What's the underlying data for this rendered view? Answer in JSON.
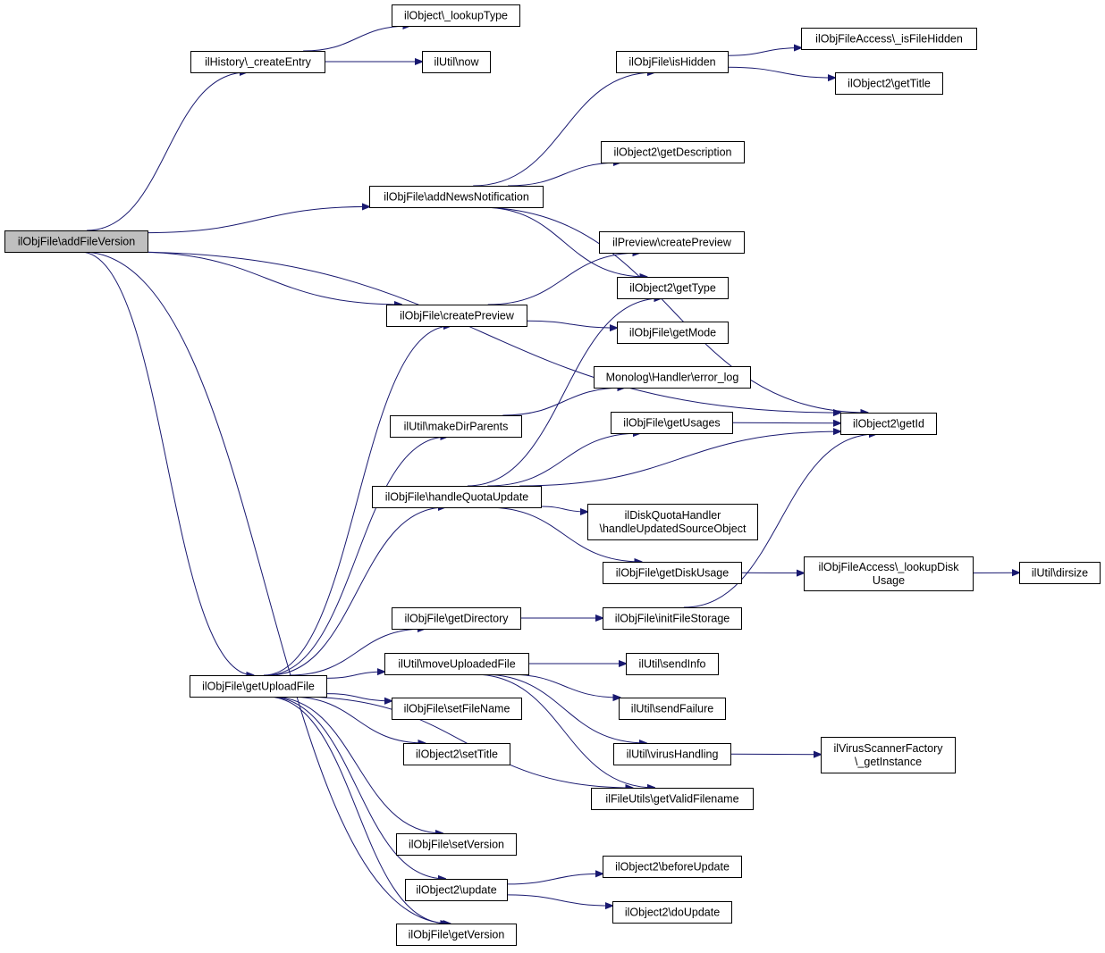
{
  "graph": {
    "edge_color": "#191970",
    "root_fill": "#bfbfbf",
    "nodes": [
      {
        "id": "addFileVersion",
        "lines": [
          "ilObjFile\\addFileVersion"
        ],
        "root": true
      },
      {
        "id": "lookupType",
        "lines": [
          "ilObject\\_lookupType"
        ]
      },
      {
        "id": "createEntry",
        "lines": [
          "ilHistory\\_createEntry"
        ]
      },
      {
        "id": "now",
        "lines": [
          "ilUtil\\now"
        ]
      },
      {
        "id": "isHidden",
        "lines": [
          "ilObjFile\\isHidden"
        ]
      },
      {
        "id": "isFileHidden",
        "lines": [
          "ilObjFileAccess\\_isFileHidden"
        ]
      },
      {
        "id": "getTitle",
        "lines": [
          "ilObject2\\getTitle"
        ]
      },
      {
        "id": "getDescription",
        "lines": [
          "ilObject2\\getDescription"
        ]
      },
      {
        "id": "addNewsNotification",
        "lines": [
          "ilObjFile\\addNewsNotification"
        ]
      },
      {
        "id": "previewCreatePreview",
        "lines": [
          "ilPreview\\createPreview"
        ]
      },
      {
        "id": "getType",
        "lines": [
          "ilObject2\\getType"
        ]
      },
      {
        "id": "createPreview",
        "lines": [
          "ilObjFile\\createPreview"
        ]
      },
      {
        "id": "getMode",
        "lines": [
          "ilObjFile\\getMode"
        ]
      },
      {
        "id": "errorLog",
        "lines": [
          "Monolog\\Handler\\error_log"
        ]
      },
      {
        "id": "makeDirParents",
        "lines": [
          "ilUtil\\makeDirParents"
        ]
      },
      {
        "id": "getUsages",
        "lines": [
          "ilObjFile\\getUsages"
        ]
      },
      {
        "id": "getId",
        "lines": [
          "ilObject2\\getId"
        ]
      },
      {
        "id": "handleQuotaUpdate",
        "lines": [
          "ilObjFile\\handleQuotaUpdate"
        ]
      },
      {
        "id": "handleUpdatedSourceObject",
        "lines": [
          "ilDiskQuotaHandler",
          "\\handleUpdatedSourceObject"
        ]
      },
      {
        "id": "getDiskUsage",
        "lines": [
          "ilObjFile\\getDiskUsage"
        ]
      },
      {
        "id": "lookupDiskUsage",
        "lines": [
          "ilObjFileAccess\\_lookupDisk",
          "Usage"
        ]
      },
      {
        "id": "dirsize",
        "lines": [
          "ilUtil\\dirsize"
        ]
      },
      {
        "id": "getDirectory",
        "lines": [
          "ilObjFile\\getDirectory"
        ]
      },
      {
        "id": "initFileStorage",
        "lines": [
          "ilObjFile\\initFileStorage"
        ]
      },
      {
        "id": "moveUploadedFile",
        "lines": [
          "ilUtil\\moveUploadedFile"
        ]
      },
      {
        "id": "sendInfo",
        "lines": [
          "ilUtil\\sendInfo"
        ]
      },
      {
        "id": "getUploadFile",
        "lines": [
          "ilObjFile\\getUploadFile"
        ]
      },
      {
        "id": "setFileName",
        "lines": [
          "ilObjFile\\setFileName"
        ]
      },
      {
        "id": "sendFailure",
        "lines": [
          "ilUtil\\sendFailure"
        ]
      },
      {
        "id": "setTitle",
        "lines": [
          "ilObject2\\setTitle"
        ]
      },
      {
        "id": "virusHandling",
        "lines": [
          "ilUtil\\virusHandling"
        ]
      },
      {
        "id": "getInstance",
        "lines": [
          "ilVirusScannerFactory",
          "\\_getInstance"
        ]
      },
      {
        "id": "getValidFilename",
        "lines": [
          "ilFileUtils\\getValidFilename"
        ]
      },
      {
        "id": "setVersion",
        "lines": [
          "ilObjFile\\setVersion"
        ]
      },
      {
        "id": "beforeUpdate",
        "lines": [
          "ilObject2\\beforeUpdate"
        ]
      },
      {
        "id": "update",
        "lines": [
          "ilObject2\\update"
        ]
      },
      {
        "id": "doUpdate",
        "lines": [
          "ilObject2\\doUpdate"
        ]
      },
      {
        "id": "getVersion",
        "lines": [
          "ilObjFile\\getVersion"
        ]
      }
    ],
    "edges": [
      [
        "addFileVersion",
        "createEntry"
      ],
      [
        "addFileVersion",
        "getId"
      ],
      [
        "addFileVersion",
        "addNewsNotification"
      ],
      [
        "addFileVersion",
        "createPreview"
      ],
      [
        "addFileVersion",
        "getUploadFile"
      ],
      [
        "addFileVersion",
        "getVersion"
      ],
      [
        "createEntry",
        "lookupType"
      ],
      [
        "createEntry",
        "now"
      ],
      [
        "addNewsNotification",
        "isHidden"
      ],
      [
        "addNewsNotification",
        "getDescription"
      ],
      [
        "addNewsNotification",
        "getId"
      ],
      [
        "addNewsNotification",
        "getType"
      ],
      [
        "isHidden",
        "isFileHidden"
      ],
      [
        "isHidden",
        "getTitle"
      ],
      [
        "createPreview",
        "previewCreatePreview"
      ],
      [
        "createPreview",
        "getMode"
      ],
      [
        "makeDirParents",
        "errorLog"
      ],
      [
        "handleQuotaUpdate",
        "getType"
      ],
      [
        "handleQuotaUpdate",
        "getUsages"
      ],
      [
        "handleQuotaUpdate",
        "getId"
      ],
      [
        "handleQuotaUpdate",
        "handleUpdatedSourceObject"
      ],
      [
        "handleQuotaUpdate",
        "getDiskUsage"
      ],
      [
        "getUsages",
        "getId"
      ],
      [
        "getDiskUsage",
        "lookupDiskUsage"
      ],
      [
        "lookupDiskUsage",
        "dirsize"
      ],
      [
        "getDirectory",
        "initFileStorage"
      ],
      [
        "initFileStorage",
        "getId"
      ],
      [
        "getUploadFile",
        "createPreview"
      ],
      [
        "getUploadFile",
        "makeDirParents"
      ],
      [
        "getUploadFile",
        "handleQuotaUpdate"
      ],
      [
        "getUploadFile",
        "getDirectory"
      ],
      [
        "getUploadFile",
        "moveUploadedFile"
      ],
      [
        "getUploadFile",
        "setFileName"
      ],
      [
        "getUploadFile",
        "setTitle"
      ],
      [
        "getUploadFile",
        "getValidFilename"
      ],
      [
        "getUploadFile",
        "setVersion"
      ],
      [
        "getUploadFile",
        "update"
      ],
      [
        "getUploadFile",
        "getVersion"
      ],
      [
        "moveUploadedFile",
        "sendInfo"
      ],
      [
        "moveUploadedFile",
        "sendFailure"
      ],
      [
        "moveUploadedFile",
        "virusHandling"
      ],
      [
        "moveUploadedFile",
        "getValidFilename"
      ],
      [
        "virusHandling",
        "getInstance"
      ],
      [
        "update",
        "beforeUpdate"
      ],
      [
        "update",
        "doUpdate"
      ]
    ]
  }
}
